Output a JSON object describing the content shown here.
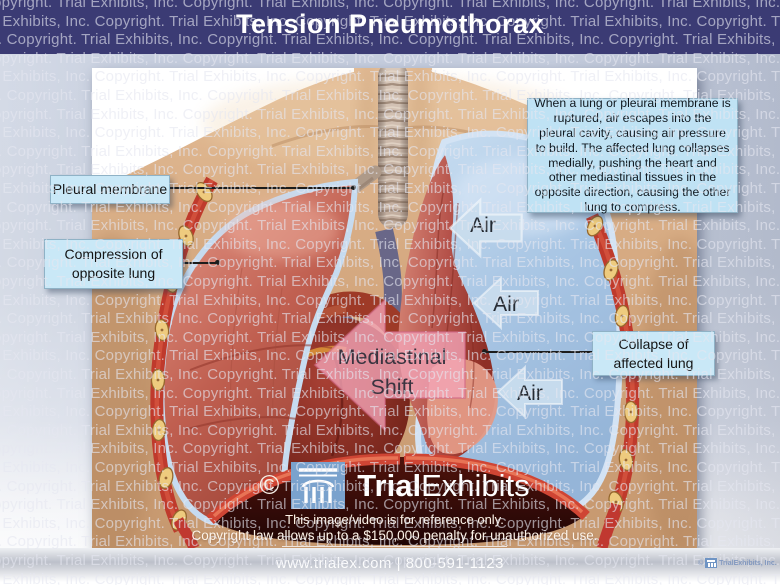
{
  "header": {
    "title": "Tension Pneumothorax"
  },
  "watermark": {
    "text": "Copyright. Trial Exhibits, Inc. ",
    "rows": 32,
    "row_height": 18.6,
    "repeats": 5
  },
  "callouts": {
    "pleural_membrane": "Pleural membrane",
    "compression_line1": "Compression of",
    "compression_line2": "opposite lung",
    "collapse_line1": "Collapse of",
    "collapse_line2": "affected lung",
    "description": "When a lung or pleural membrane is ruptured, air escapes into the pleural cavity, causing air pressure to build. The affected lung collapses medially, pushing the heart and other mediastinal tissues in the opposite direction, causing the other lung to compress."
  },
  "annotations": {
    "mediastinal_line1": "Mediastinal",
    "mediastinal_line2": "Shift",
    "air_labels": [
      "Air",
      "Air",
      "Air"
    ]
  },
  "branding": {
    "copyright_symbol": "©",
    "brand_bold": "Trial",
    "brand_light": "Exhibits",
    "footer_line1": "This image/video is for reference only.",
    "footer_line2": "Copyright law allows up to a $150,000 penalty for unauthorized use.",
    "website_line": "www.trialex.com  |  800-591-1123",
    "corner_text": "TrialExhibits, Inc.",
    "corner_copyright": "©"
  },
  "colors": {
    "title_bar": "#3b3b74",
    "callout_bg": "#c9e8f7",
    "pleura_blue": "#a9c6e4",
    "mediastinal_arrow_pink": "#f3a5b8",
    "air_arrow_blue": "#c9ddee",
    "skin": "#d2a57c",
    "lung_pink": "#d98273",
    "collapsed_lung_red": "#b5524a"
  }
}
